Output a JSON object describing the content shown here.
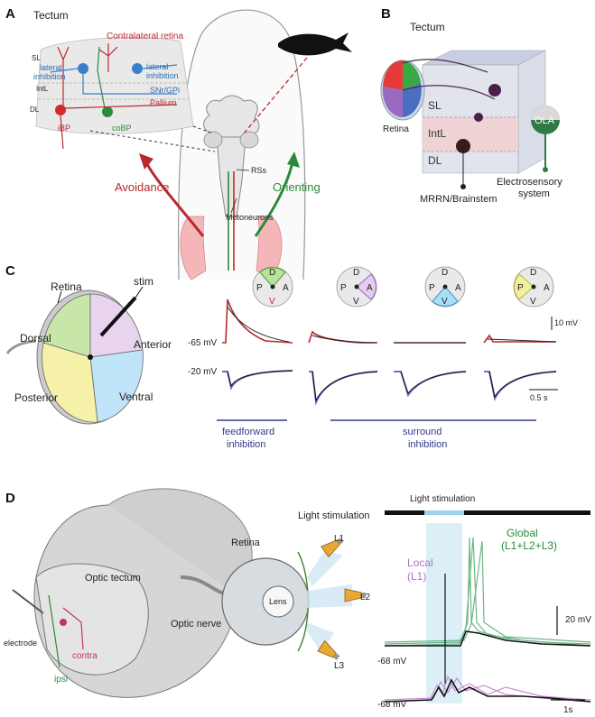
{
  "panel_a": {
    "letter": "A",
    "tectum": "Tectum",
    "contralateral_retina": "Contralateral retina",
    "layers": [
      "SL",
      "IntL",
      "DL"
    ],
    "lateral_inhibition_left": [
      "lateral",
      "inhibition"
    ],
    "lateral_inhibition_right": [
      "lateral",
      "inhibition"
    ],
    "snr_gp": "SNr/GPi",
    "pallium": "Pallium",
    "ibp": "iBP",
    "cobp": "coBP",
    "rss": "RSs",
    "avoidance": "Avoidance",
    "orienting": "Orienting",
    "motoneurons": "Motoneurons"
  },
  "panel_b": {
    "letter": "B",
    "tectum": "Tectum",
    "layers": [
      "SL",
      "IntL",
      "DL"
    ],
    "retina": "Retina",
    "ola": "OLA",
    "mrrn": "MRRN/Brainstem",
    "electrosensory": [
      "Electrosensory",
      "system"
    ]
  },
  "panel_c": {
    "letter": "C",
    "retina": "Retina",
    "stim": "stim",
    "dorsal": "Dorsal",
    "anterior": "Anterior",
    "posterior": "Posterior",
    "ventral": "Ventral",
    "quadrant_letters": [
      "D",
      "P",
      "A",
      "V"
    ],
    "mv_top": "-65 mV",
    "mv_bottom": "-20 mV",
    "scale_v": "10 mV",
    "scale_t": "0.5 s",
    "feedforward": [
      "feedforward",
      "inhibition"
    ],
    "surround": [
      "surround",
      "inhibition"
    ]
  },
  "panel_d": {
    "letter": "D",
    "optic_tectum": "Optic tectum",
    "retina": "Retina",
    "lens": "Lens",
    "optic_nerve": "Optic nerve",
    "electrode": "electrode",
    "contra": "contra",
    "ipsi": "ipsi",
    "light_stim_left": "Light stimulation",
    "lamps": [
      "L1",
      "L2",
      "L3"
    ],
    "light_stim_right": "Light stimulation",
    "global": [
      "Global",
      "(L1+L2+L3)"
    ],
    "local": [
      "Local",
      "(L1)"
    ],
    "scale_v": "20 mV",
    "mv_top": "-68 mV",
    "mv_bottom": "-68 mV",
    "scale_t": "1s"
  }
}
